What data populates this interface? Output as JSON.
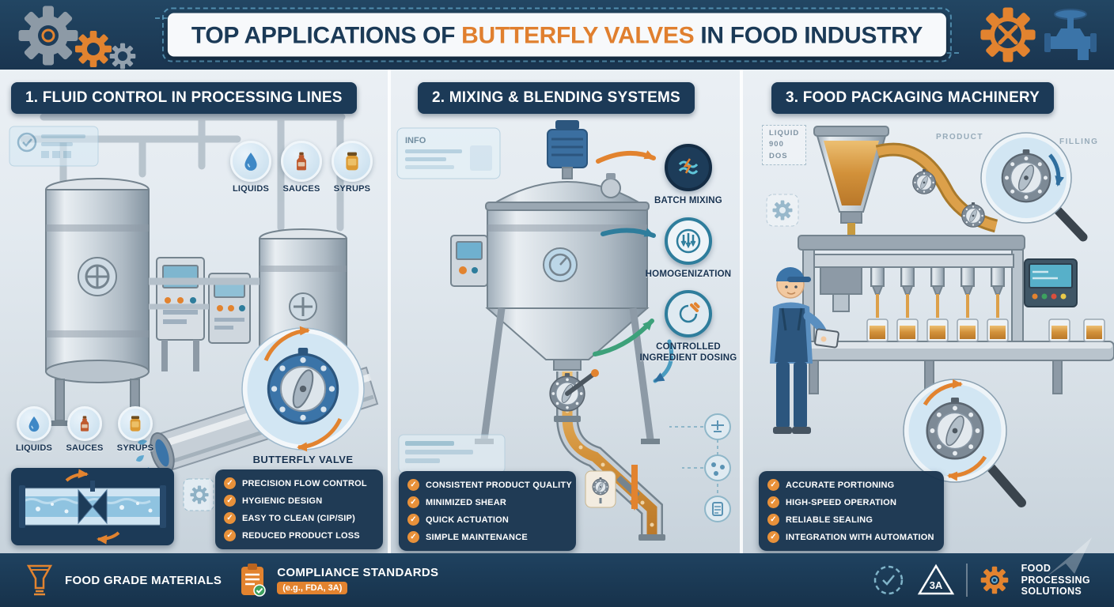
{
  "icons": {
    "check": "✓"
  },
  "colors": {
    "navy": "#1d3c59",
    "orange": "#e2832f",
    "teal": "#2e7d9c",
    "amber": "#d9983f",
    "light_blue": "#cfe4f2"
  },
  "header": {
    "title_prefix": "TOP APPLICATIONS OF ",
    "title_highlight": "BUTTERFLY VALVES",
    "title_suffix": " IN FOOD INDUSTRY"
  },
  "section1": {
    "title": "1. FLUID CONTROL IN PROCESSING LINES",
    "media_top": [
      "LIQUIDS",
      "SAUCES",
      "SYRUPS"
    ],
    "media_bottom": [
      "LIQUIDS",
      "SAUCES",
      "SYRUPS"
    ],
    "valve_label": "BUTTERFLY VALVE",
    "benefits": [
      "PRECISION FLOW CONTROL",
      "HYGIENIC DESIGN",
      "EASY TO CLEAN (CIP/SIP)",
      "REDUCED PRODUCT LOSS"
    ]
  },
  "section2": {
    "title": "2. MIXING & BLENDING SYSTEMS",
    "info_label": "INFO",
    "features": [
      "BATCH MIXING",
      "HOMOGENIZATION",
      "CONTROLLED INGREDIENT DOSING"
    ],
    "benefits": [
      "CONSISTENT PRODUCT QUALITY",
      "MINIMIZED SHEAR",
      "QUICK ACTUATION",
      "SIMPLE MAINTENANCE"
    ]
  },
  "section3": {
    "title": "3. FOOD PACKAGING MACHINERY",
    "hud_panel": [
      "LIQUID",
      "900",
      "DOS"
    ],
    "hud_product": "PRODUCT",
    "hud_filling": "FILLING",
    "benefits": [
      "ACCURATE PORTIONING",
      "HIGH-SPEED OPERATION",
      "RELIABLE SEALING",
      "INTEGRATION WITH AUTOMATION"
    ]
  },
  "footer": {
    "materials_label": "FOOD GRADE MATERIALS",
    "compliance_title": "COMPLIANCE STANDARDS",
    "compliance_sub": "(e.g., FDA, 3A)",
    "badge_label": "3A",
    "brand_lines": [
      "FOOD",
      "PROCESSING",
      "SOLUTIONS"
    ]
  }
}
